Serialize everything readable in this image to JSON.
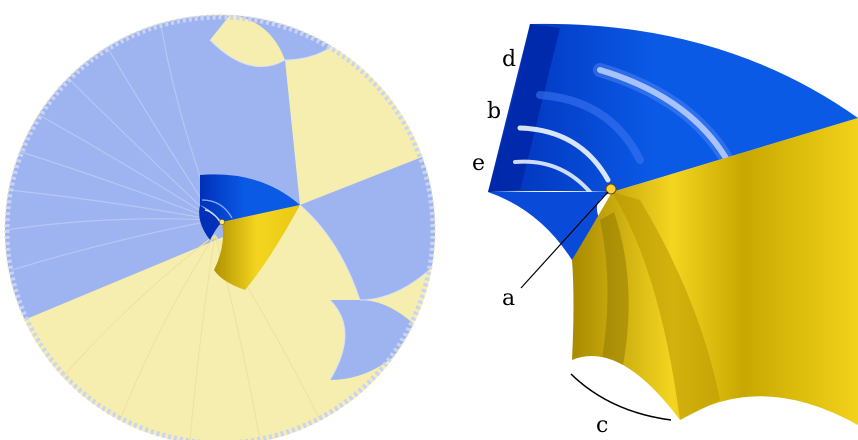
{
  "colors": {
    "disk_blue": "#9eb4f0",
    "disk_yellow": "#f6eeae",
    "domain_blue": "#0a5ae6",
    "domain_blue_dark": "#0024a8",
    "domain_yellow": "#f0d21e",
    "domain_yellow_dark": "#9a7e00",
    "highlight": "#e6f0ff"
  },
  "labels": {
    "a": "a",
    "b": "b",
    "c": "c",
    "d": "d",
    "e": "e"
  }
}
